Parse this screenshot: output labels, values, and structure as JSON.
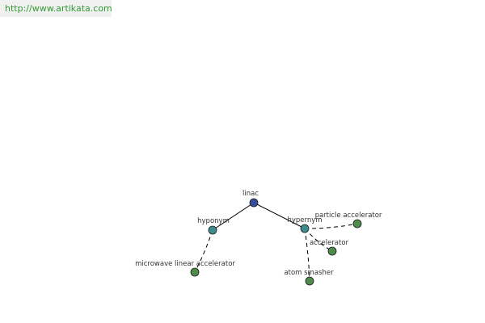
{
  "source": {
    "url_text": "http://www.artikata.com"
  },
  "colors": {
    "root_node": "#334d99",
    "relation_node": "#3d8c8c",
    "leaf_node": "#4d8c4d",
    "node_stroke": "#1a1a1a",
    "edge": "#000000",
    "url_text": "#339933",
    "url_background": "#f0f0f0"
  },
  "graph": {
    "root": {
      "label": "linac"
    },
    "relations": [
      {
        "label": "hyponym",
        "children": [
          {
            "label": "microwave linear accelerator"
          }
        ]
      },
      {
        "label": "hypernym",
        "children": [
          {
            "label": "particle accelerator"
          },
          {
            "label": "accelerator"
          },
          {
            "label": "atom smasher"
          }
        ]
      }
    ]
  }
}
